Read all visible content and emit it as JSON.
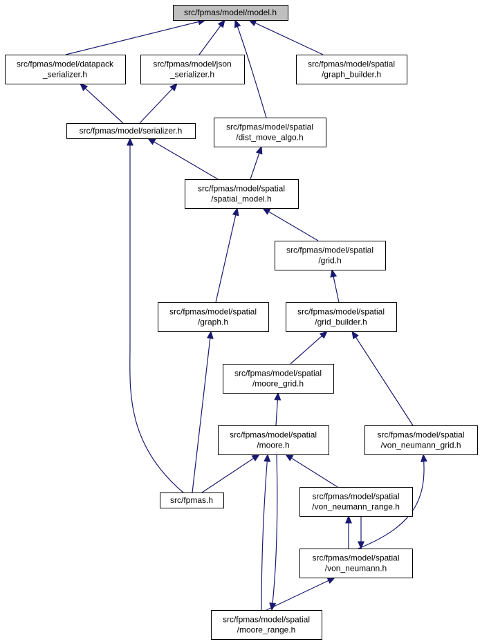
{
  "nodes": [
    {
      "id": "model_h",
      "lines": [
        "src/fpmas/model/model.h"
      ],
      "root": true
    },
    {
      "id": "datapack_serializer_h",
      "lines": [
        "src/fpmas/model/datapack",
        "_serializer.h"
      ]
    },
    {
      "id": "json_serializer_h",
      "lines": [
        "src/fpmas/model/json",
        "_serializer.h"
      ]
    },
    {
      "id": "graph_builder_h",
      "lines": [
        "src/fpmas/model/spatial",
        "/graph_builder.h"
      ]
    },
    {
      "id": "serializer_h",
      "lines": [
        "src/fpmas/model/serializer.h"
      ]
    },
    {
      "id": "dist_move_algo_h",
      "lines": [
        "src/fpmas/model/spatial",
        "/dist_move_algo.h"
      ]
    },
    {
      "id": "spatial_model_h",
      "lines": [
        "src/fpmas/model/spatial",
        "/spatial_model.h"
      ]
    },
    {
      "id": "grid_h",
      "lines": [
        "src/fpmas/model/spatial",
        "/grid.h"
      ]
    },
    {
      "id": "graph_h",
      "lines": [
        "src/fpmas/model/spatial",
        "/graph.h"
      ]
    },
    {
      "id": "grid_builder_h",
      "lines": [
        "src/fpmas/model/spatial",
        "/grid_builder.h"
      ]
    },
    {
      "id": "moore_grid_h",
      "lines": [
        "src/fpmas/model/spatial",
        "/moore_grid.h"
      ]
    },
    {
      "id": "moore_h",
      "lines": [
        "src/fpmas/model/spatial",
        "/moore.h"
      ]
    },
    {
      "id": "von_neumann_grid_h",
      "lines": [
        "src/fpmas/model/spatial",
        "/von_neumann_grid.h"
      ]
    },
    {
      "id": "fpmas_h",
      "lines": [
        "src/fpmas.h"
      ]
    },
    {
      "id": "von_neumann_range_h",
      "lines": [
        "src/fpmas/model/spatial",
        "/von_neumann_range.h"
      ]
    },
    {
      "id": "von_neumann_h",
      "lines": [
        "src/fpmas/model/spatial",
        "/von_neumann.h"
      ]
    },
    {
      "id": "moore_range_h",
      "lines": [
        "src/fpmas/model/spatial",
        "/moore_range.h"
      ]
    }
  ],
  "edges": [
    {
      "from": "datapack_serializer_h",
      "to": "model_h"
    },
    {
      "from": "json_serializer_h",
      "to": "model_h"
    },
    {
      "from": "dist_move_algo_h",
      "to": "model_h"
    },
    {
      "from": "graph_builder_h",
      "to": "model_h"
    },
    {
      "from": "serializer_h",
      "to": "datapack_serializer_h"
    },
    {
      "from": "serializer_h",
      "to": "json_serializer_h"
    },
    {
      "from": "spatial_model_h",
      "to": "serializer_h"
    },
    {
      "from": "fpmas_h",
      "to": "serializer_h"
    },
    {
      "from": "spatial_model_h",
      "to": "dist_move_algo_h"
    },
    {
      "from": "grid_h",
      "to": "spatial_model_h"
    },
    {
      "from": "graph_h",
      "to": "spatial_model_h"
    },
    {
      "from": "grid_builder_h",
      "to": "grid_h"
    },
    {
      "from": "fpmas_h",
      "to": "graph_h"
    },
    {
      "from": "moore_grid_h",
      "to": "grid_builder_h"
    },
    {
      "from": "von_neumann_grid_h",
      "to": "grid_builder_h"
    },
    {
      "from": "moore_h",
      "to": "moore_grid_h"
    },
    {
      "from": "fpmas_h",
      "to": "moore_h"
    },
    {
      "from": "von_neumann_range_h",
      "to": "moore_h"
    },
    {
      "from": "moore_range_h",
      "to": "moore_h"
    },
    {
      "from": "moore_h",
      "to": "moore_range_h"
    },
    {
      "from": "von_neumann_h",
      "to": "von_neumann_grid_h"
    },
    {
      "from": "von_neumann_h",
      "to": "von_neumann_range_h"
    },
    {
      "from": "von_neumann_range_h",
      "to": "von_neumann_h"
    },
    {
      "from": "moore_range_h",
      "to": "von_neumann_h"
    }
  ]
}
